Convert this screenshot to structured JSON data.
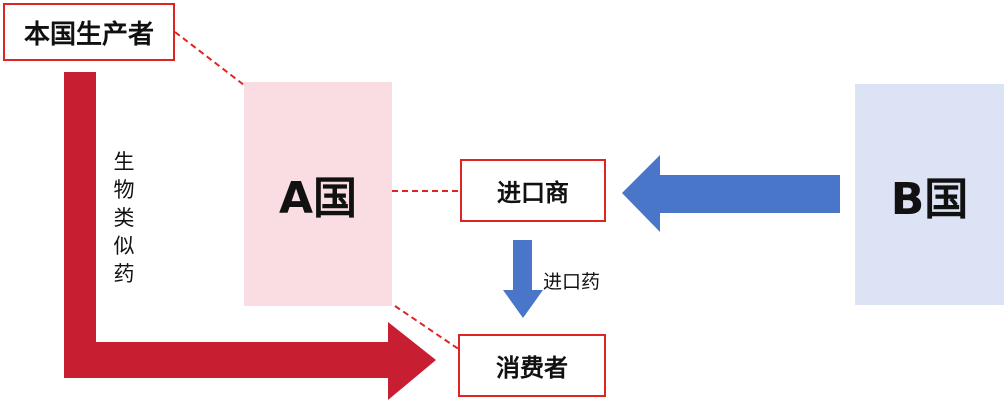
{
  "diagram": {
    "producer": "本国生产者",
    "country_a": "A国",
    "country_b": "B国",
    "importer": "进口商",
    "consumer": "消费者",
    "biosimilar_label": "生物类似药",
    "import_drug_label": "进口药"
  },
  "colors": {
    "red_arrow": "#c81e32",
    "blue_arrow": "#4a76c9",
    "box_border": "#e02424",
    "country_a_bg": "#f9dde2",
    "country_b_bg": "#dbe3f4"
  }
}
